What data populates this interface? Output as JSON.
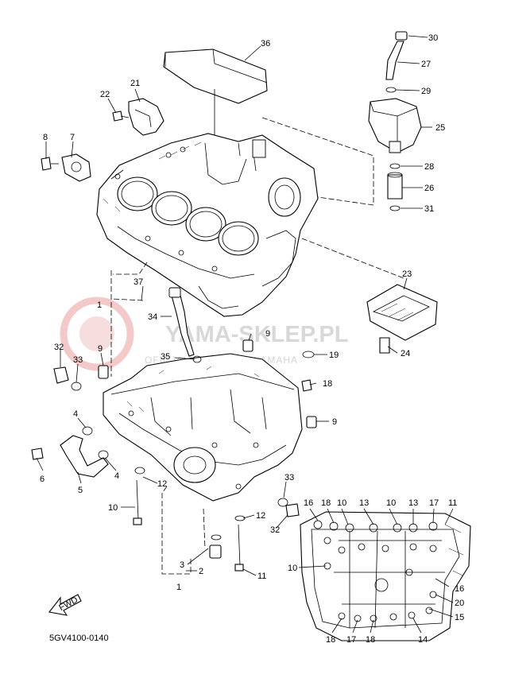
{
  "diagram_code": "5GV4100-0140",
  "fwd_label": "FWD",
  "watermark": {
    "title": "YAMA-SKLEP.PL",
    "subtitle": "OFICJALNY DEALER YAMAHA"
  },
  "labels": {
    "p36": "36",
    "p30": "30",
    "p27": "27",
    "p29": "29",
    "p25": "25",
    "p28": "28",
    "p26": "26",
    "p31": "31",
    "p21": "21",
    "p22": "22",
    "p8": "8",
    "p7": "7",
    "p23": "23",
    "p24": "24",
    "p37": "37",
    "p1a": "1",
    "p34": "34",
    "p9a": "9",
    "p19": "19",
    "p32a": "32",
    "p9b": "9",
    "p33a": "33",
    "p35": "35",
    "p18a": "18",
    "p9c": "9",
    "p4a": "4",
    "p6": "6",
    "p5": "5",
    "p4b": "4",
    "p12a": "12",
    "p10a": "10",
    "p33b": "33",
    "p12b": "12",
    "p32b": "32",
    "p3": "3",
    "p2": "2",
    "p1b": "1",
    "p11": "11",
    "p16a": "16",
    "p18b": "18",
    "p10b": "10",
    "p13a": "13",
    "p10c": "10",
    "p13b": "13",
    "p17a": "17",
    "p11b": "11",
    "p10d": "10",
    "p16b": "16",
    "p20": "20",
    "p15": "15",
    "p18c": "18",
    "p17b": "17",
    "p18d": "18",
    "p14": "14"
  }
}
